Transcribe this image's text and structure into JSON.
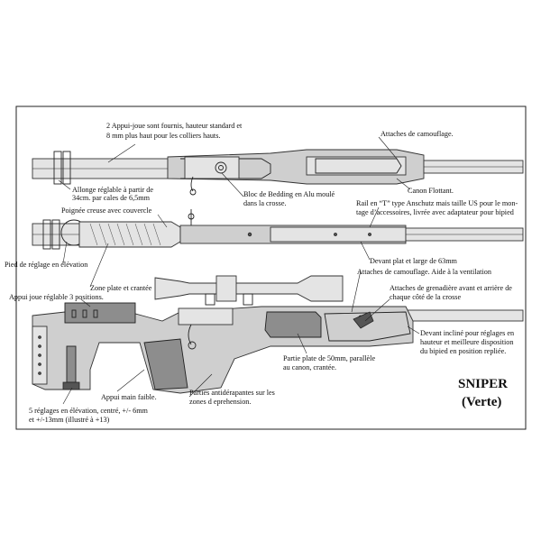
{
  "labels": {
    "appui_joue": [
      "2 Appui-joue sont fournis, hauteur standard et",
      "8 mm plus haut pour les colliers hauts."
    ],
    "attaches_camouflage_top": "Attaches de camouflage.",
    "allonge": [
      "Allonge réglable à partir de",
      "34cm. par cales de 6,5mm"
    ],
    "canon_flottant": "Canon Flottant.",
    "bloc_bedding": [
      "Bloc de Bedding en Alu moulé",
      "dans la crosse."
    ],
    "rail": [
      "Rail en “T” type Anschutz mais taille US pour le mon-",
      "tage d’accessoires, livrée avec adaptateur pour bipied"
    ],
    "poignee": "Poignée creuse avec couvercle",
    "pied_reglage": "Pied de réglage en élévation",
    "devant_plat": "Devant plat et large de 63mm",
    "zone_plate": "Zone plate et  crantée",
    "attaches_ventilation": "Attaches de camouflage. Aide à la ventilation",
    "appui_joue_reglable": "Appui joue réglable 3 positions.",
    "attaches_grenadiere": [
      "Attaches de grenadière avant et arrière de",
      "chaque côté de la crosse"
    ],
    "devant_incline": [
      "Devant incliné pour réglages en",
      "hauteur et meilleure disposition",
      "du bipied en position repliée."
    ],
    "partie_plate": [
      "Partie plate de 50mm, parallèle",
      "au canon, crantée."
    ],
    "appui_main": "Appui main faible.",
    "parties_antiderapantes": [
      "Parties antidérapantes sur les",
      "zones d eprehension."
    ],
    "reglages": [
      "5 réglages en élévation, centré, +/- 6mm",
      "et +/-13mm (illustré à +13)"
    ]
  },
  "title": [
    "SNIPER",
    "(Verte)"
  ]
}
